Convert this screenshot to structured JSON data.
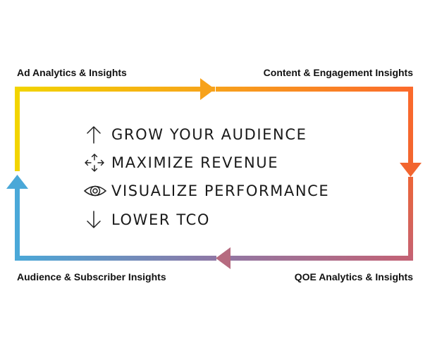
{
  "corners": {
    "top_left": "Ad Analytics & Insights",
    "top_right": "Content & Engagement Insights",
    "bottom_left": "Audience & Subscriber Insights",
    "bottom_right": "QOE Analytics & Insights"
  },
  "benefits": [
    {
      "icon": "arrow-up-icon",
      "text": "GROW YOUR AUDIENCE"
    },
    {
      "icon": "move-arrows-icon",
      "text": "MAXIMIZE REVENUE"
    },
    {
      "icon": "eye-icon",
      "text": "VISUALIZE PERFORMANCE"
    },
    {
      "icon": "arrow-down-icon",
      "text": "LOWER TCO"
    }
  ],
  "colors": {
    "yellow": "#F2D400",
    "orange": "#F7A21B",
    "red_orange": "#FB6A2C",
    "mauve": "#C46274",
    "purple": "#8E78A6",
    "blue": "#4AA8D8"
  }
}
